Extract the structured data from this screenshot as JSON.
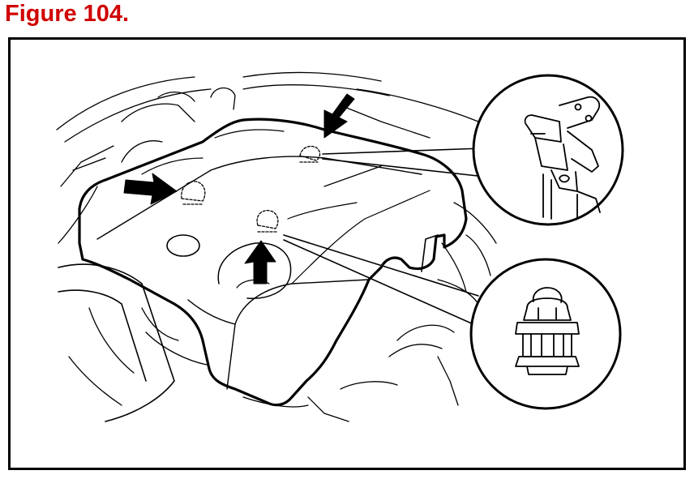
{
  "figure": {
    "title": "Figure 104.",
    "title_color": "#d00000",
    "line_color": "#000000"
  },
  "callouts": [
    {
      "name": "bracket-clip-detail"
    },
    {
      "name": "grommet-detail"
    }
  ]
}
